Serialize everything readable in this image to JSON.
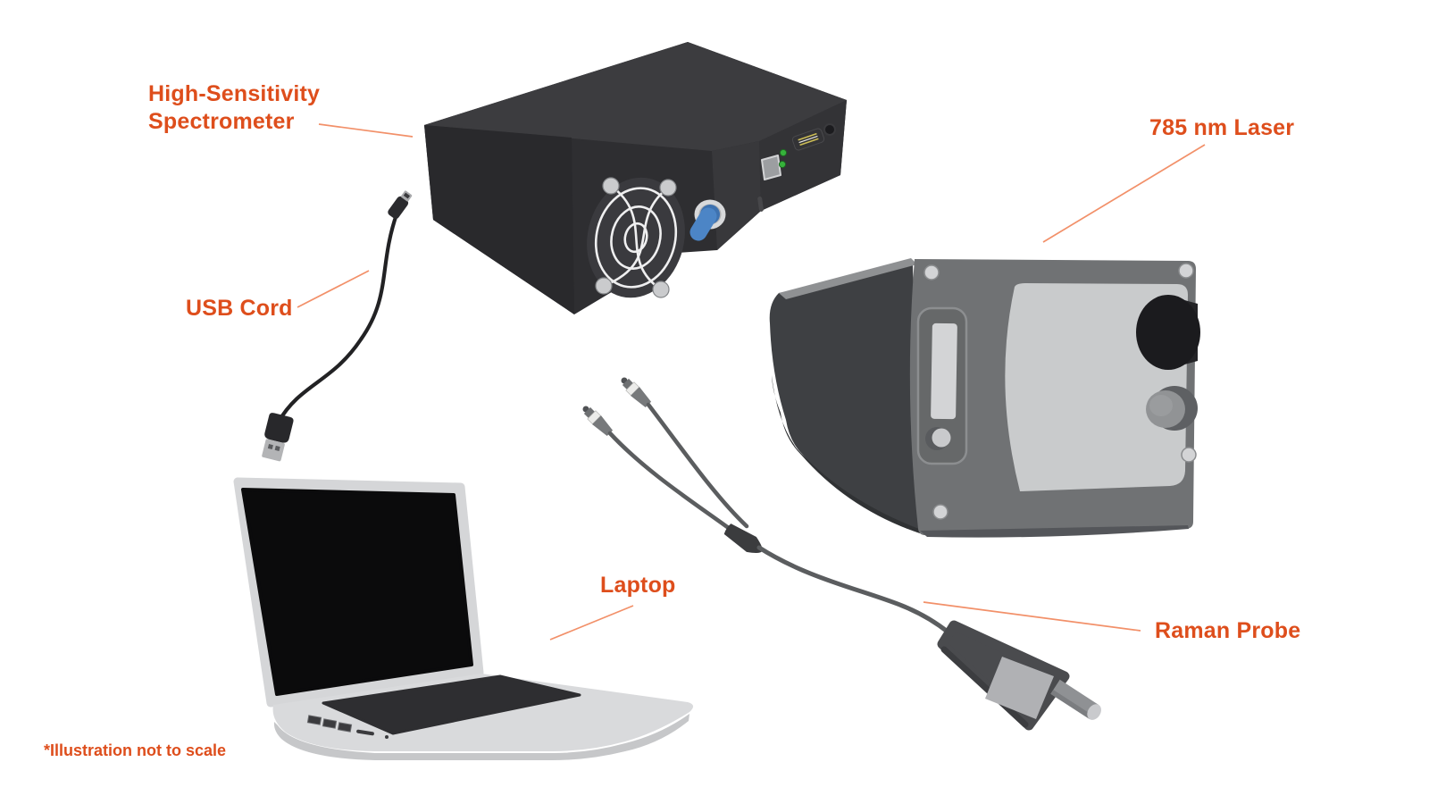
{
  "illustration": {
    "background_color": "#ffffff",
    "accent_color": "#de4e1c",
    "leader_line_color": "#f29069",
    "footnote": "*Illustration not to scale",
    "labels": {
      "spectrometer": {
        "line1": "High-Sensitivity",
        "line2": "Spectrometer"
      },
      "laser": {
        "text": "785 nm Laser"
      },
      "usb_cord": {
        "text": "USB Cord"
      },
      "laptop": {
        "text": "Laptop"
      },
      "raman_probe": {
        "text": "Raman Probe"
      }
    },
    "components": [
      "High-Sensitivity Spectrometer",
      "785 nm Laser",
      "USB Cord",
      "Laptop",
      "Raman Probe"
    ]
  }
}
